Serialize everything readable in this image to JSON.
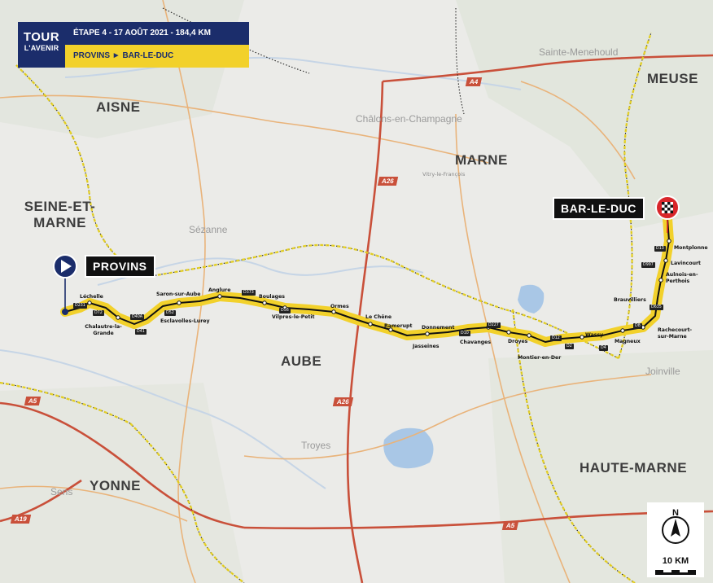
{
  "header": {
    "logo_line1": "TOUR",
    "logo_line2": "L'AVENIR",
    "stage_info": "ÉTAPE 4 - 17 AOÛT 2021 - 184,4 KM",
    "route": "PROVINS ► BAR-LE-DUC",
    "colors": {
      "navy": "#1b2d6b",
      "yellow": "#f2d12b"
    }
  },
  "start": {
    "name": "PROVINS",
    "marker_icon": "play-icon"
  },
  "finish": {
    "name": "BAR-LE-DUC",
    "marker_icon": "checkered-flag-icon"
  },
  "regions": [
    "AISNE",
    "SEINE-ET-MARNE",
    "MARNE",
    "MEUSE",
    "AUBE",
    "YONNE",
    "HAUTE-MARNE"
  ],
  "route_places": [
    "Léchelle",
    "Chalautre-la-Grande",
    "Saron-sur-Aube",
    "Esclavolles-Lurey",
    "Anglure",
    "Boulages",
    "Vilpres-le-Petit",
    "Ormes",
    "Le Chêne",
    "Ramerupt",
    "Donnement",
    "Jasseines",
    "Chavanges",
    "Droyes",
    "Montier-en-Der",
    "Wassy",
    "Magneux",
    "Brauvilliers",
    "Rachecourt-sur-Marne",
    "Aulnois-en-Perthois",
    "Lavincourt",
    "Montplonne"
  ],
  "route_roads": [
    "D231",
    "D72",
    "D40A",
    "D41",
    "D52",
    "D373",
    "D56",
    "D10",
    "D227",
    "D12",
    "D2",
    "D4",
    "D8",
    "D13",
    "D997",
    "D635"
  ],
  "cities": [
    "Sainte-Menehould",
    "Châlons-en-Champagne",
    "Vitry-le-François",
    "Sézanne",
    "Troyes",
    "Joinville",
    "Sens"
  ],
  "highways": [
    "A4",
    "A26",
    "A26",
    "A5",
    "A5",
    "A19"
  ],
  "scale": {
    "label": "10 KM",
    "north_icon": "compass-north-icon"
  },
  "colors": {
    "route": "#f2d12b",
    "border": "#e8d21a",
    "highway": "#c9503a",
    "water": "#a9c7e6",
    "finish_red": "#d8262a"
  }
}
